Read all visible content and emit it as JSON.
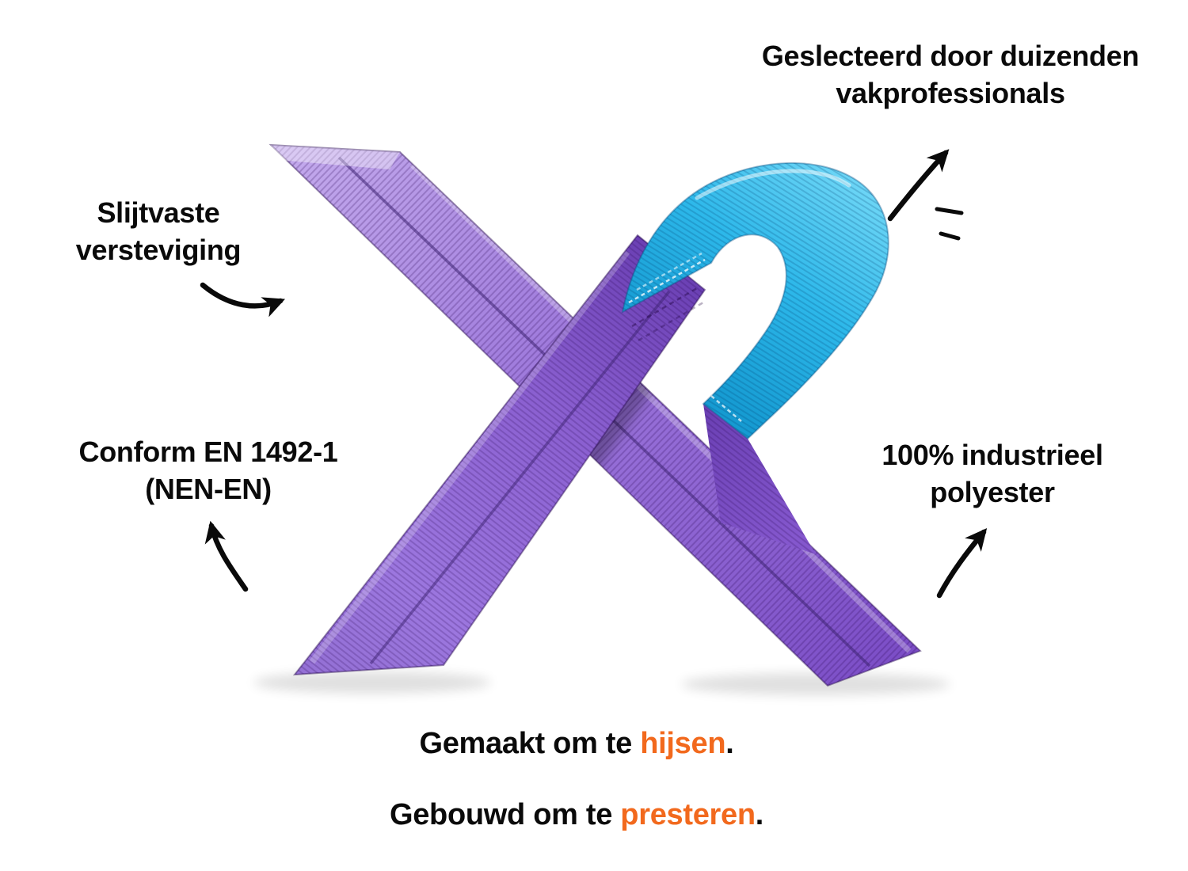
{
  "colors": {
    "background": "#FFFFFF",
    "text_black": "#0A0A0A",
    "accent_orange": "#F2691D",
    "sling_purple": "#8A5FD0",
    "sling_purple_light": "#C2A8EC",
    "sling_purple_dark": "#7B4DC6",
    "sling_blue": "#2DB8EA"
  },
  "annotations": {
    "top_right": {
      "line1": "Geslecteerd door duizenden",
      "line2": "vakprofessionals"
    },
    "left_top": {
      "line1": "Slijtvaste",
      "line2": "versteviging"
    },
    "left_mid": {
      "line1": "Conform EN 1492-1",
      "line2": "(NEN-EN)"
    },
    "right_mid": {
      "line1": "100% industrieel",
      "line2": "polyester"
    }
  },
  "taglines": {
    "line1": {
      "prefix": "Gemaakt om te ",
      "highlight": "hijsen",
      "suffix": "."
    },
    "line2": {
      "prefix": "Gebouwd om te ",
      "highlight": "presteren",
      "suffix": "."
    }
  }
}
